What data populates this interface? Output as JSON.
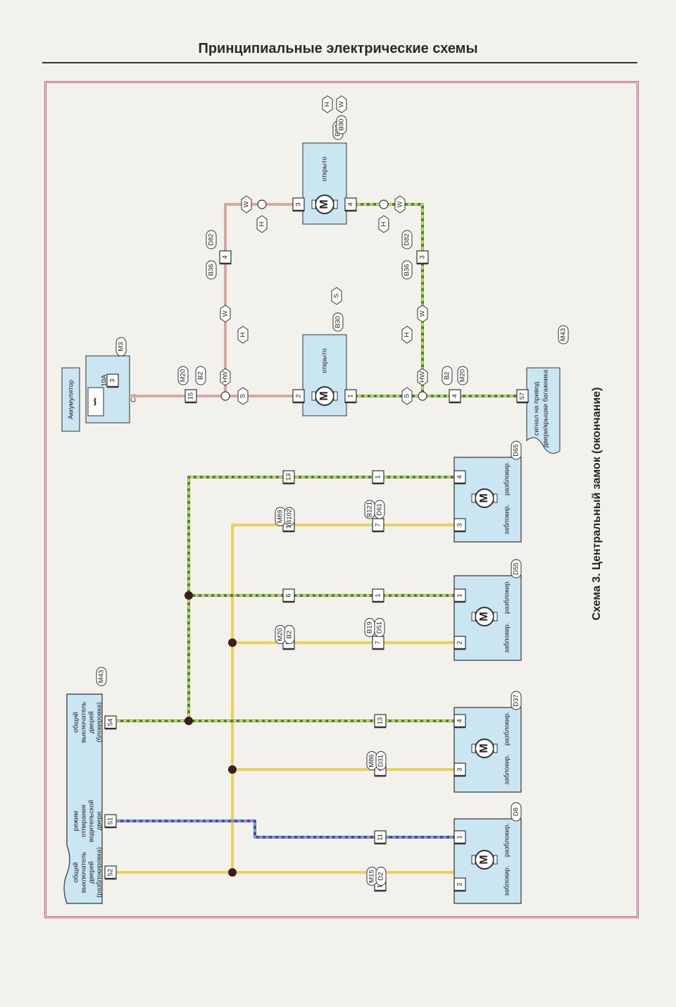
{
  "header": {
    "title": "Принципиальные электрические схемы"
  },
  "caption": "Схема 3. Центральный замок (окончание)",
  "battery": {
    "label": "Аккумулятор",
    "fuse": "10A",
    "fuse_no": "3",
    "pin": "C5",
    "block": "M3"
  },
  "signal": {
    "line1": "сигнал на привод",
    "line2": "двери/крышки багажника",
    "pin": "57",
    "block": "M43"
  },
  "switch": {
    "block": "M43",
    "sections": [
      {
        "pin": "52",
        "lines": [
          "общий",
          "выключатель",
          "дверей",
          "(разблокировка)"
        ]
      },
      {
        "pin": "51",
        "lines": [
          "режим",
          "отпирания",
          "водительской",
          "двери"
        ]
      },
      {
        "pin": "54",
        "lines": [
          "общий",
          "выключатель",
          "дверей",
          "(блокировка)"
        ]
      }
    ]
  },
  "top_motors": [
    {
      "id": "B30",
      "label": "открыто",
      "pins": [
        "2",
        "1"
      ],
      "codes": [
        "S"
      ]
    },
    {
      "id": "B57",
      "alt": "B90",
      "label": "открыто",
      "pins": [
        "3",
        "4"
      ],
      "codes": [
        "H",
        "W"
      ]
    }
  ],
  "top_connectors": {
    "left": {
      "pin": "15",
      "a": "M20",
      "b": "B2"
    },
    "right": {
      "pin": "4",
      "a": "B2",
      "b": "M20"
    },
    "upper_left": {
      "pin": "4",
      "a": "B36",
      "b": "D82"
    },
    "upper_right": {
      "pin": "3",
      "a": "B36",
      "b": "D82"
    }
  },
  "codes": {
    "hw": "HW",
    "h": "H",
    "w": "W",
    "s": "S"
  },
  "actuators": [
    {
      "id": "D8",
      "pins": [
        "2",
        "1"
      ],
      "conn": {
        "a": "M15",
        "b": "D2",
        "p1": "10",
        "p2": "11"
      },
      "lock": "заблокир.",
      "unlock": "разблокир."
    },
    {
      "id": "D37",
      "pins": [
        "3",
        "4"
      ],
      "conn": {
        "a": "M86",
        "b": "D31",
        "p1": "4",
        "p2": "13"
      },
      "lock": "заблокир.",
      "unlock": "разблокир."
    },
    {
      "id": "D55",
      "pins": [
        "2",
        "1"
      ],
      "conn": {
        "a": "M20",
        "b": "B2",
        "p1": "5",
        "p2": "6"
      },
      "conn2": {
        "a": "B19",
        "b": "D51",
        "p1": "7",
        "p2": "1"
      },
      "lock": "заблокир.",
      "unlock": "разблокир."
    },
    {
      "id": "D65",
      "pins": [
        "3",
        "4"
      ],
      "conn": {
        "a": "M89",
        "b": "B102",
        "p1": "12",
        "p2": "13"
      },
      "conn2": {
        "a": "B121",
        "b": "D61",
        "p1": "7",
        "p2": "1"
      },
      "lock": "заблокир.",
      "unlock": "разблокир."
    }
  ],
  "motor_symbol": "M",
  "colors": {
    "frame": "#d8578a",
    "box": "#c9e6f2",
    "yellow": "#e7d35a",
    "green": "#3c8a3c",
    "blue": "#3b4fa0",
    "pink": "#d9a7a0"
  }
}
